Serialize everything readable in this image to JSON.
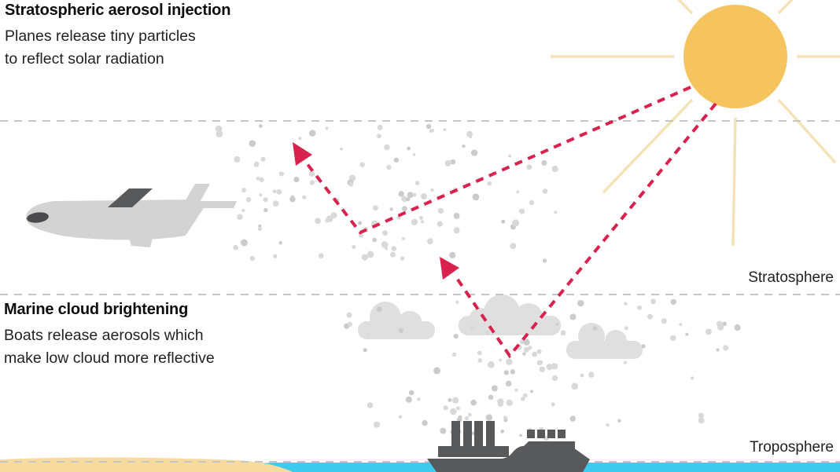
{
  "annotations": {
    "stratospheric_aerosol_injection": {
      "title": "Stratospheric aerosol injection",
      "description_line1": "Planes release tiny particles",
      "description_line2": "to reflect solar radiation"
    },
    "marine_cloud_brightening": {
      "title": "Marine cloud brightening",
      "description_line1": "Boats release aerosols which",
      "description_line2": "make low cloud more reflective"
    }
  },
  "layer_labels": {
    "stratosphere": "Stratosphere",
    "troposphere": "Troposphere"
  },
  "colors": {
    "sun": "#F5C45F",
    "sun_ray": "#F5E3B8",
    "radiation_red": "#D8224D",
    "particle_gray": "#D9D9D9",
    "particle_gray_dark": "#CBCBCB",
    "cloud_gray": "#DFDFDF",
    "plane_light": "#D3D3D3",
    "machine_dark": "#58595B",
    "water_cyan": "#3EC9EF",
    "sand_tan": "#F6DA9E",
    "boundary_gray": "#C5C5C5",
    "text_dark": "#1C1C1C"
  },
  "icons": {
    "sun": "sun-icon",
    "plane": "plane-icon",
    "ship": "cargo-ship-icon",
    "clouds": "cloud-icon",
    "reflection_arrows": "reflected-ray-arrow-icon"
  }
}
